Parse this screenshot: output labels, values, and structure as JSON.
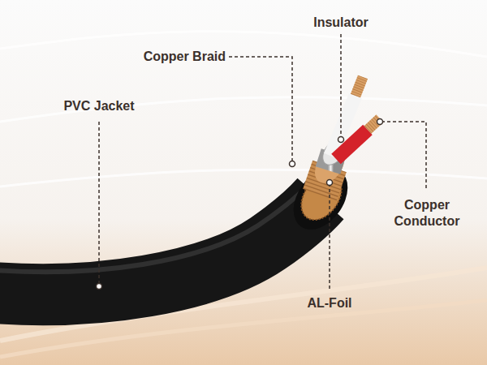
{
  "diagram": {
    "labels": [
      "Insulator",
      "Copper Braid",
      "PVC Jacket",
      "Copper Conductor",
      "AL-Foil"
    ]
  }
}
